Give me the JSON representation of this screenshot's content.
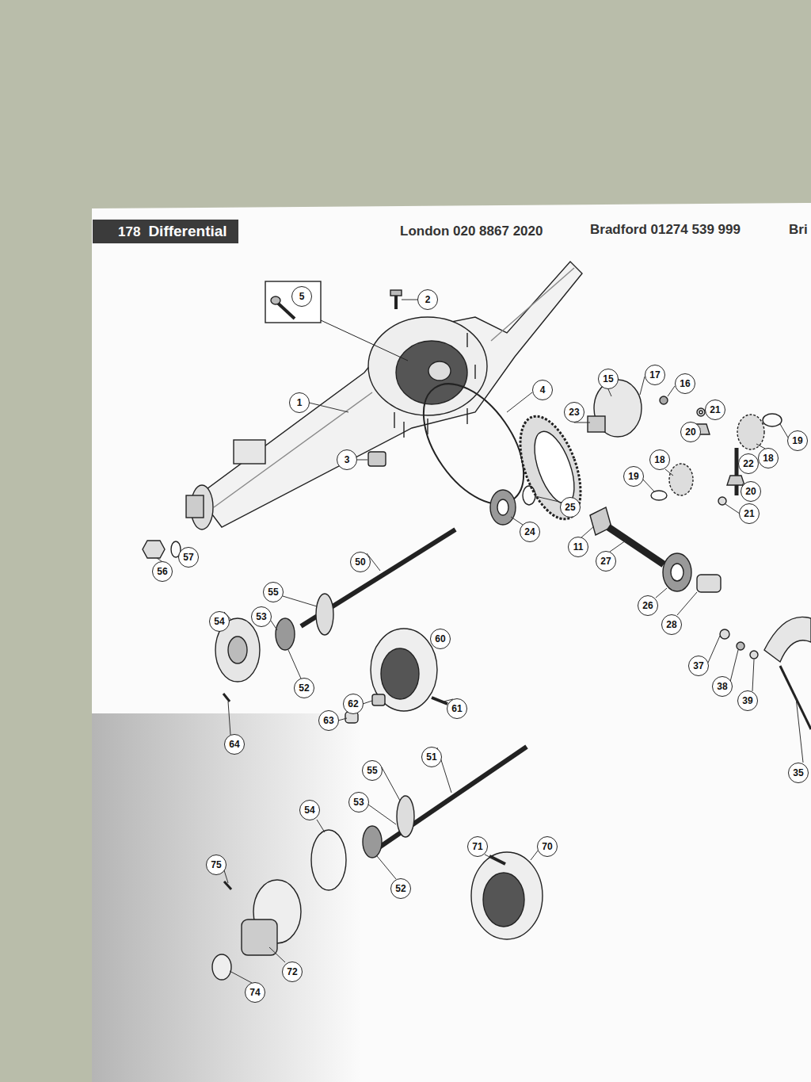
{
  "diagram": {
    "nodes": [
      {
        "text": [
          "178",
          "Differential"
        ]
      },
      {
        "text": [
          "5"
        ]
      },
      {
        "text": [
          "2"
        ]
      },
      {
        "text": [
          "1"
        ]
      },
      {
        "text": [
          "4"
        ]
      },
      {
        "text": [
          "3"
        ]
      },
      {
        "text": [
          "15"
        ]
      },
      {
        "text": [
          "17"
        ]
      },
      {
        "text": [
          "16"
        ]
      },
      {
        "text": [
          "23"
        ]
      },
      {
        "text": [
          "21"
        ]
      },
      {
        "text": [
          "20"
        ]
      },
      {
        "text": [
          "19"
        ]
      },
      {
        "text": [
          "18"
        ]
      },
      {
        "text": [
          "18"
        ]
      },
      {
        "text": [
          "22"
        ]
      },
      {
        "text": [
          "19"
        ]
      },
      {
        "text": [
          "20"
        ]
      },
      {
        "text": [
          "21"
        ]
      },
      {
        "text": [
          "25"
        ]
      },
      {
        "text": [
          "24"
        ]
      },
      {
        "text": [
          "11"
        ]
      },
      {
        "text": [
          "27"
        ]
      },
      {
        "text": [
          "26"
        ]
      },
      {
        "text": [
          "28"
        ]
      },
      {
        "text": [
          "56"
        ]
      },
      {
        "text": [
          "57"
        ]
      },
      {
        "text": [
          "50"
        ]
      },
      {
        "text": [
          "55"
        ]
      },
      {
        "text": [
          "53"
        ]
      },
      {
        "text": [
          "54"
        ]
      },
      {
        "text": [
          "52"
        ]
      },
      {
        "text": [
          "60"
        ]
      },
      {
        "text": [
          "61"
        ]
      },
      {
        "text": [
          "62"
        ]
      },
      {
        "text": [
          "63"
        ]
      },
      {
        "text": [
          "64"
        ]
      },
      {
        "text": [
          "37"
        ]
      },
      {
        "text": [
          "38"
        ]
      },
      {
        "text": [
          "39"
        ]
      },
      {
        "text": [
          "35"
        ]
      },
      {
        "text": [
          "51"
        ]
      },
      {
        "text": [
          "55"
        ]
      },
      {
        "text": [
          "53"
        ]
      },
      {
        "text": [
          "54"
        ]
      },
      {
        "text": [
          "71"
        ]
      },
      {
        "text": [
          "70"
        ]
      },
      {
        "text": [
          "52"
        ]
      },
      {
        "text": [
          "75"
        ]
      },
      {
        "text": [
          "72"
        ]
      },
      {
        "text": [
          "74"
        ]
      }
    ],
    "labels": [
      "London 020 8867 2020",
      "Bradford 01274 539 999",
      "Bri"
    ]
  }
}
